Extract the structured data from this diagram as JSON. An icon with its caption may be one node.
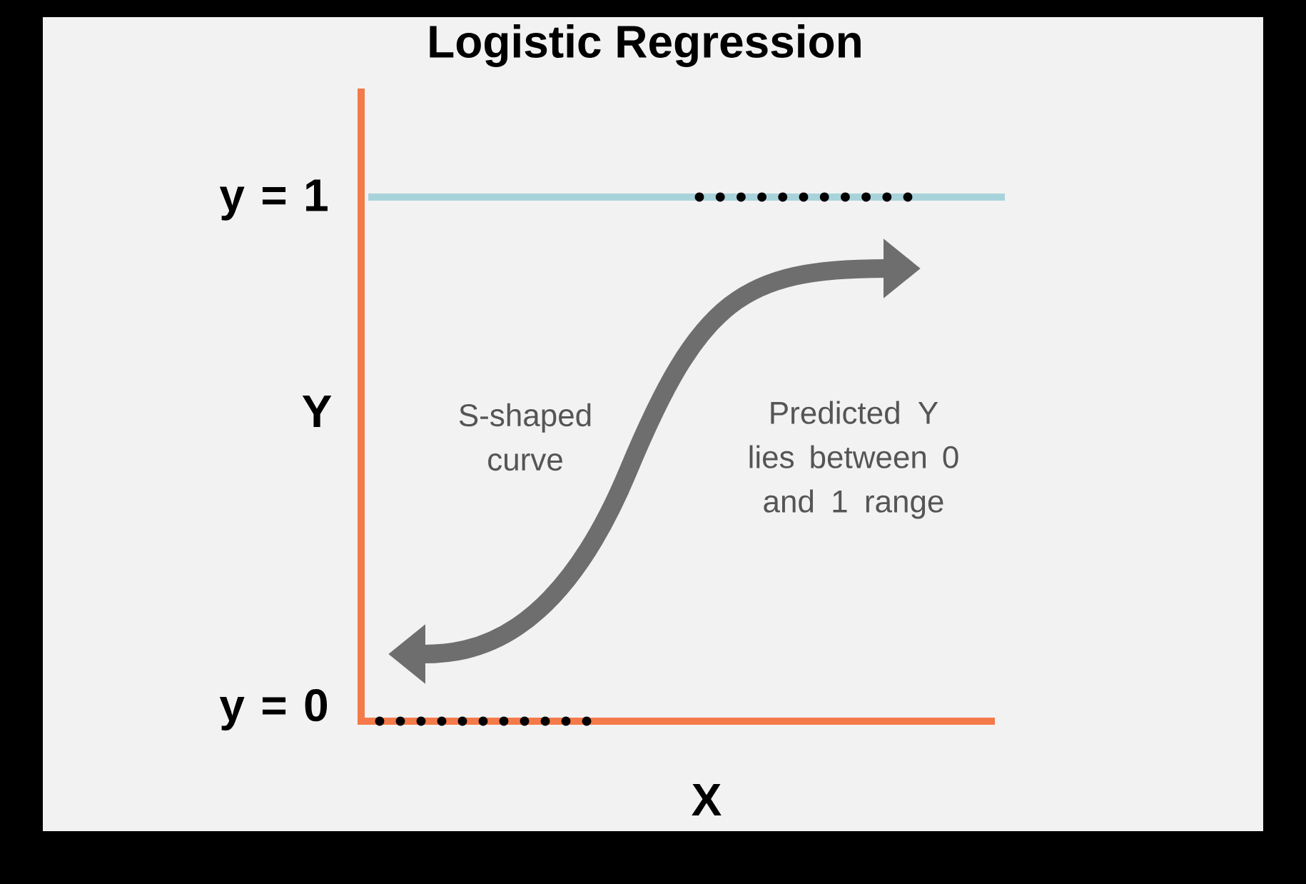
{
  "diagram": {
    "title": "Logistic Regression",
    "labels": [
      "y = 1",
      "Y",
      "S-shaped curve",
      "Predicted Y lies between 0 and 1 range",
      "y = 0",
      "X"
    ]
  }
}
